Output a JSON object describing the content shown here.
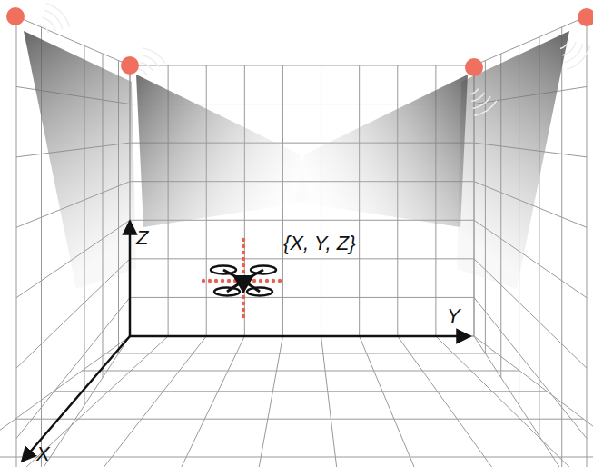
{
  "diagram": {
    "labels": [
      "Z",
      "Y",
      "X",
      "{X, Y, Z}"
    ]
  }
}
